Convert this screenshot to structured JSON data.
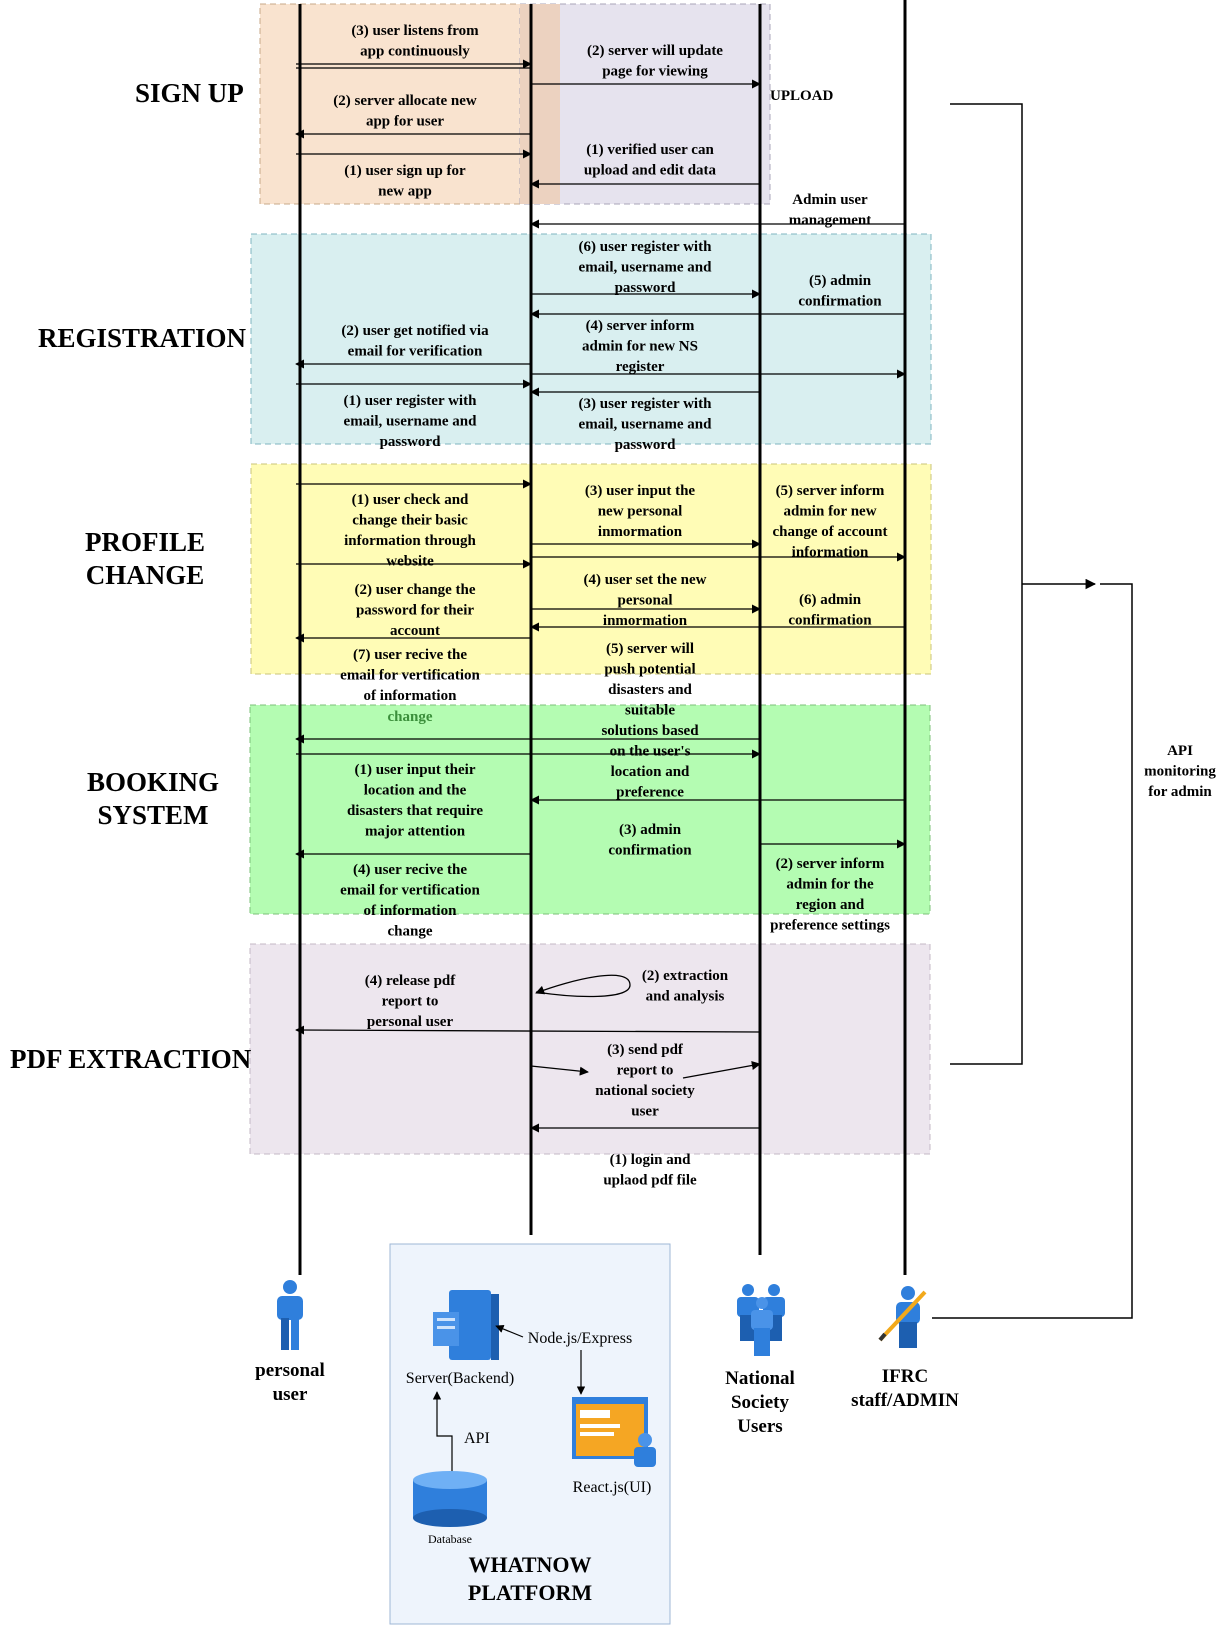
{
  "sections": {
    "signup": "SIGN UP",
    "registration": "REGISTRATION",
    "profile_change": [
      "PROFILE",
      "CHANGE"
    ],
    "booking": [
      "BOOKING",
      "SYSTEM"
    ],
    "pdf": "PDF EXTRACTION"
  },
  "actors": {
    "personal": [
      "personal",
      "user"
    ],
    "ns": [
      "National",
      "Society",
      "Users"
    ],
    "ifrc": [
      "IFRC",
      "staff/ADMIN"
    ]
  },
  "platform": {
    "title": [
      "WHATNOW",
      "PLATFORM"
    ],
    "server": "Server(Backend)",
    "node": "Node.js/Express",
    "api": "API",
    "database": "Database",
    "react": "React.js(UI)"
  },
  "labels": {
    "su3": [
      "(3) user listens from",
      "app continuously"
    ],
    "su2": [
      "(2) server allocate new",
      "app for user"
    ],
    "su1": [
      "(1) user sign up for",
      "new app"
    ],
    "up2": [
      "(2) server will update",
      "page for viewing"
    ],
    "upload": [
      "UPLOAD"
    ],
    "up1": [
      "(1) verified user can",
      "upload and edit data"
    ],
    "adminmgmt": [
      "Admin user",
      "management"
    ],
    "r6": [
      "(6) user register with",
      "email, username and",
      "password"
    ],
    "r5": [
      "(5) admin",
      "confirmation"
    ],
    "r4": [
      "(4) server inform",
      "admin for new NS",
      "register"
    ],
    "r3": [
      "(3) user register with",
      "email, username and",
      "password"
    ],
    "r2": [
      "(2) user get notified via",
      "email for verification"
    ],
    "r1": [
      "(1) user register with",
      "email, username and",
      "password"
    ],
    "p1": [
      "(1) user check and",
      "change their basic",
      "information through",
      "website"
    ],
    "p3": [
      "(3) user input the",
      "new personal",
      "inmormation"
    ],
    "p5": [
      "(5) server inform",
      "admin for new",
      "change of account",
      "information"
    ],
    "p2": [
      "(2) user change the",
      "password for their",
      "account"
    ],
    "p4": [
      "(4) user set the new",
      "personal",
      "inmormation"
    ],
    "p6": [
      "(6) admin",
      "confirmation"
    ],
    "p7": [
      "(7) user recive the",
      "email for vertification",
      "of information"
    ],
    "p7b": [
      "change"
    ],
    "b5": [
      "(5) server will",
      "push potential",
      "disasters and",
      "suitable",
      "solutions based",
      "on the user's",
      "location and",
      "preference"
    ],
    "b1": [
      "(1) user input their",
      "location and the",
      "disasters that require",
      "major attention"
    ],
    "b3": [
      "(3) admin",
      "confirmation"
    ],
    "b2": [
      "(2) server inform",
      "admin for the",
      "region and",
      "preference settings"
    ],
    "b4": [
      "(4) user recive the",
      "email for vertification",
      "of information",
      "change"
    ],
    "e4": [
      "(4) release pdf",
      "report to",
      "personal user"
    ],
    "e2": [
      "(2) extraction",
      "and analysis"
    ],
    "e3": [
      "(3) send pdf",
      "report to",
      "national society",
      "user"
    ],
    "e1": [
      "(1) login and",
      "uplaod pdf file"
    ],
    "api": [
      "API",
      "monitoring",
      "for admin"
    ]
  }
}
